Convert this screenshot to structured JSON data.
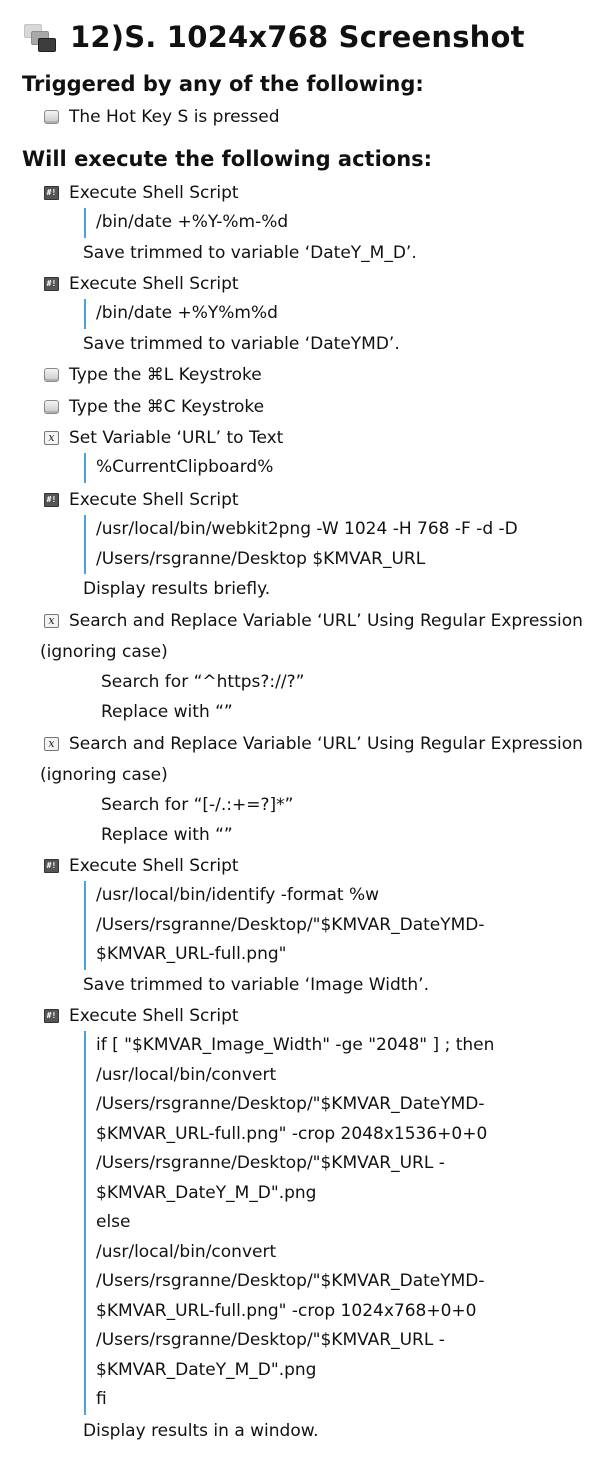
{
  "macro": {
    "title": "12)S. 1024x768 Screenshot",
    "icon": "macro-keys-icon"
  },
  "triggers": {
    "heading": "Triggered by any of the following:",
    "items": [
      {
        "icon": "hotkey-icon",
        "label": "The Hot Key S is pressed"
      }
    ]
  },
  "actions": {
    "heading": "Will execute the following actions:",
    "items": [
      {
        "icon": "shell-script-icon",
        "label": "Execute Shell Script",
        "script": [
          "/bin/date +%Y-%m-%d"
        ],
        "note": "Save trimmed to variable ‘DateY_M_D’."
      },
      {
        "icon": "shell-script-icon",
        "label": "Execute Shell Script",
        "script": [
          "/bin/date +%Y%m%d"
        ],
        "note": "Save trimmed to variable ‘DateYMD’."
      },
      {
        "icon": "keystroke-icon",
        "label": "Type the ⌘L Keystroke"
      },
      {
        "icon": "keystroke-icon",
        "label": "Type the ⌘C Keystroke"
      },
      {
        "icon": "variable-icon",
        "label": "Set Variable ‘URL’ to Text",
        "script": [
          "%CurrentClipboard%"
        ]
      },
      {
        "icon": "shell-script-icon",
        "label": "Execute Shell Script",
        "script": [
          "/usr/local/bin/webkit2png -W 1024 -H 768 -F -d -D",
          "/Users/rsgranne/Desktop $KMVAR_URL"
        ],
        "note": "Display results briefly."
      },
      {
        "icon": "variable-icon",
        "label": "Search and Replace Variable ‘URL’ Using Regular Expression",
        "label_wrap": "(ignoring case)",
        "search": "Search for “^https?://?”",
        "replace": "Replace with “”"
      },
      {
        "icon": "variable-icon",
        "label": "Search and Replace Variable ‘URL’ Using Regular Expression",
        "label_wrap": "(ignoring case)",
        "search": "Search for “[-/.:+=?]*”",
        "replace": "Replace with “”"
      },
      {
        "icon": "shell-script-icon",
        "label": "Execute Shell Script",
        "script": [
          "/usr/local/bin/identify -format %w",
          "/Users/rsgranne/Desktop/\"$KMVAR_DateYMD-",
          "$KMVAR_URL-full.png\""
        ],
        "note": "Save trimmed to variable ‘Image Width’."
      },
      {
        "icon": "shell-script-icon",
        "label": "Execute Shell Script",
        "script": [
          "if [ \"$KMVAR_Image_Width\" -ge \"2048\" ] ; then",
          "/usr/local/bin/convert",
          "/Users/rsgranne/Desktop/\"$KMVAR_DateYMD-",
          "$KMVAR_URL-full.png\" -crop 2048x1536+0+0",
          "/Users/rsgranne/Desktop/\"$KMVAR_URL -",
          "$KMVAR_DateY_M_D\".png",
          "else",
          "/usr/local/bin/convert",
          "/Users/rsgranne/Desktop/\"$KMVAR_DateYMD-",
          "$KMVAR_URL-full.png\" -crop 1024x768+0+0",
          "/Users/rsgranne/Desktop/\"$KMVAR_URL -",
          "$KMVAR_DateY_M_D\".png",
          "fi"
        ],
        "note": "Display results in a window."
      }
    ]
  },
  "colors": {
    "script_bar": "#4aa3d6",
    "text": "#111111",
    "background": "#ffffff"
  }
}
